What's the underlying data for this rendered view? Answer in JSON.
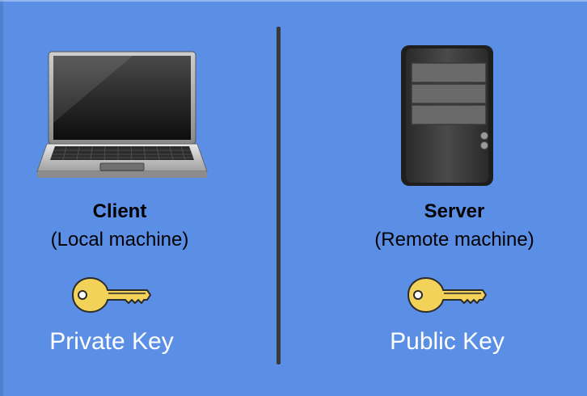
{
  "colors": {
    "background": "#5b8fe6",
    "divider": "#3a3a3a",
    "key_fill": "#f3d25a",
    "key_stroke": "#2b2b2b"
  },
  "client": {
    "title": "Client",
    "subtitle": "(Local machine)",
    "key_label": "Private Key",
    "icon": "laptop-icon"
  },
  "server": {
    "title": "Server",
    "subtitle": "(Remote machine)",
    "key_label": "Public Key",
    "icon": "server-tower-icon"
  },
  "key_icon": "key-icon"
}
